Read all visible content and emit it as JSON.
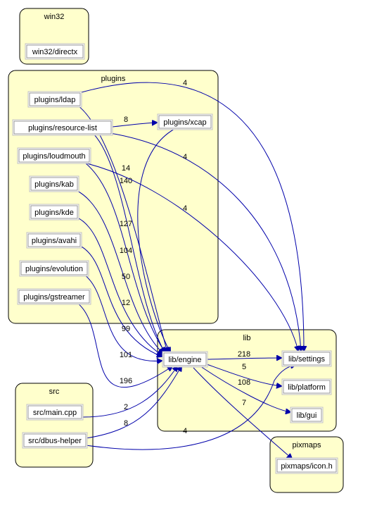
{
  "colors": {
    "cluster_fill": "#ffffcc",
    "edge": "#0000aa",
    "node_fill": "#ffffff"
  },
  "clusters": [
    {
      "id": "win32",
      "label": "win32"
    },
    {
      "id": "plugins",
      "label": "plugins"
    },
    {
      "id": "lib",
      "label": "lib"
    },
    {
      "id": "src",
      "label": "src"
    },
    {
      "id": "pixmaps",
      "label": "pixmaps"
    }
  ],
  "nodes": [
    {
      "id": "win32_directx",
      "label": "win32/directx"
    },
    {
      "id": "plugins_ldap",
      "label": "plugins/ldap"
    },
    {
      "id": "plugins_resource_list",
      "label": "plugins/resource-list"
    },
    {
      "id": "plugins_xcap",
      "label": "plugins/xcap"
    },
    {
      "id": "plugins_loudmouth",
      "label": "plugins/loudmouth"
    },
    {
      "id": "plugins_kab",
      "label": "plugins/kab"
    },
    {
      "id": "plugins_kde",
      "label": "plugins/kde"
    },
    {
      "id": "plugins_avahi",
      "label": "plugins/avahi"
    },
    {
      "id": "plugins_evolution",
      "label": "plugins/evolution"
    },
    {
      "id": "plugins_gstreamer",
      "label": "plugins/gstreamer"
    },
    {
      "id": "lib_engine",
      "label": "lib/engine"
    },
    {
      "id": "lib_settings",
      "label": "lib/settings"
    },
    {
      "id": "lib_platform",
      "label": "lib/platform"
    },
    {
      "id": "lib_gui",
      "label": "lib/gui"
    },
    {
      "id": "src_main",
      "label": "src/main.cpp"
    },
    {
      "id": "src_dbus",
      "label": "src/dbus-helper"
    },
    {
      "id": "pixmaps_icon",
      "label": "pixmaps/icon.h"
    }
  ],
  "edges": [
    {
      "id": "ldap_settings",
      "label": "4"
    },
    {
      "id": "ldap_engine",
      "label": "140"
    },
    {
      "id": "rl_xcap",
      "label": "8"
    },
    {
      "id": "rl_settings",
      "label": "4"
    },
    {
      "id": "rl_engine",
      "label": "127"
    },
    {
      "id": "xcap_engine",
      "label": "14"
    },
    {
      "id": "lm_settings",
      "label": "4"
    },
    {
      "id": "lm_engine",
      "label": "104"
    },
    {
      "id": "kab_engine",
      "label": "50"
    },
    {
      "id": "kde_engine",
      "label": "12"
    },
    {
      "id": "avahi_engine",
      "label": "99"
    },
    {
      "id": "evo_engine",
      "label": "101"
    },
    {
      "id": "gst_engine",
      "label": "196"
    },
    {
      "id": "engine_settings",
      "label": "218"
    },
    {
      "id": "engine_platform",
      "label": "5"
    },
    {
      "id": "engine_gui",
      "label": "108"
    },
    {
      "id": "engine_icon",
      "label": "7"
    },
    {
      "id": "main_engine",
      "label": "2"
    },
    {
      "id": "dbus_engine",
      "label": "8"
    },
    {
      "id": "dbus_settings",
      "label": "4"
    }
  ]
}
